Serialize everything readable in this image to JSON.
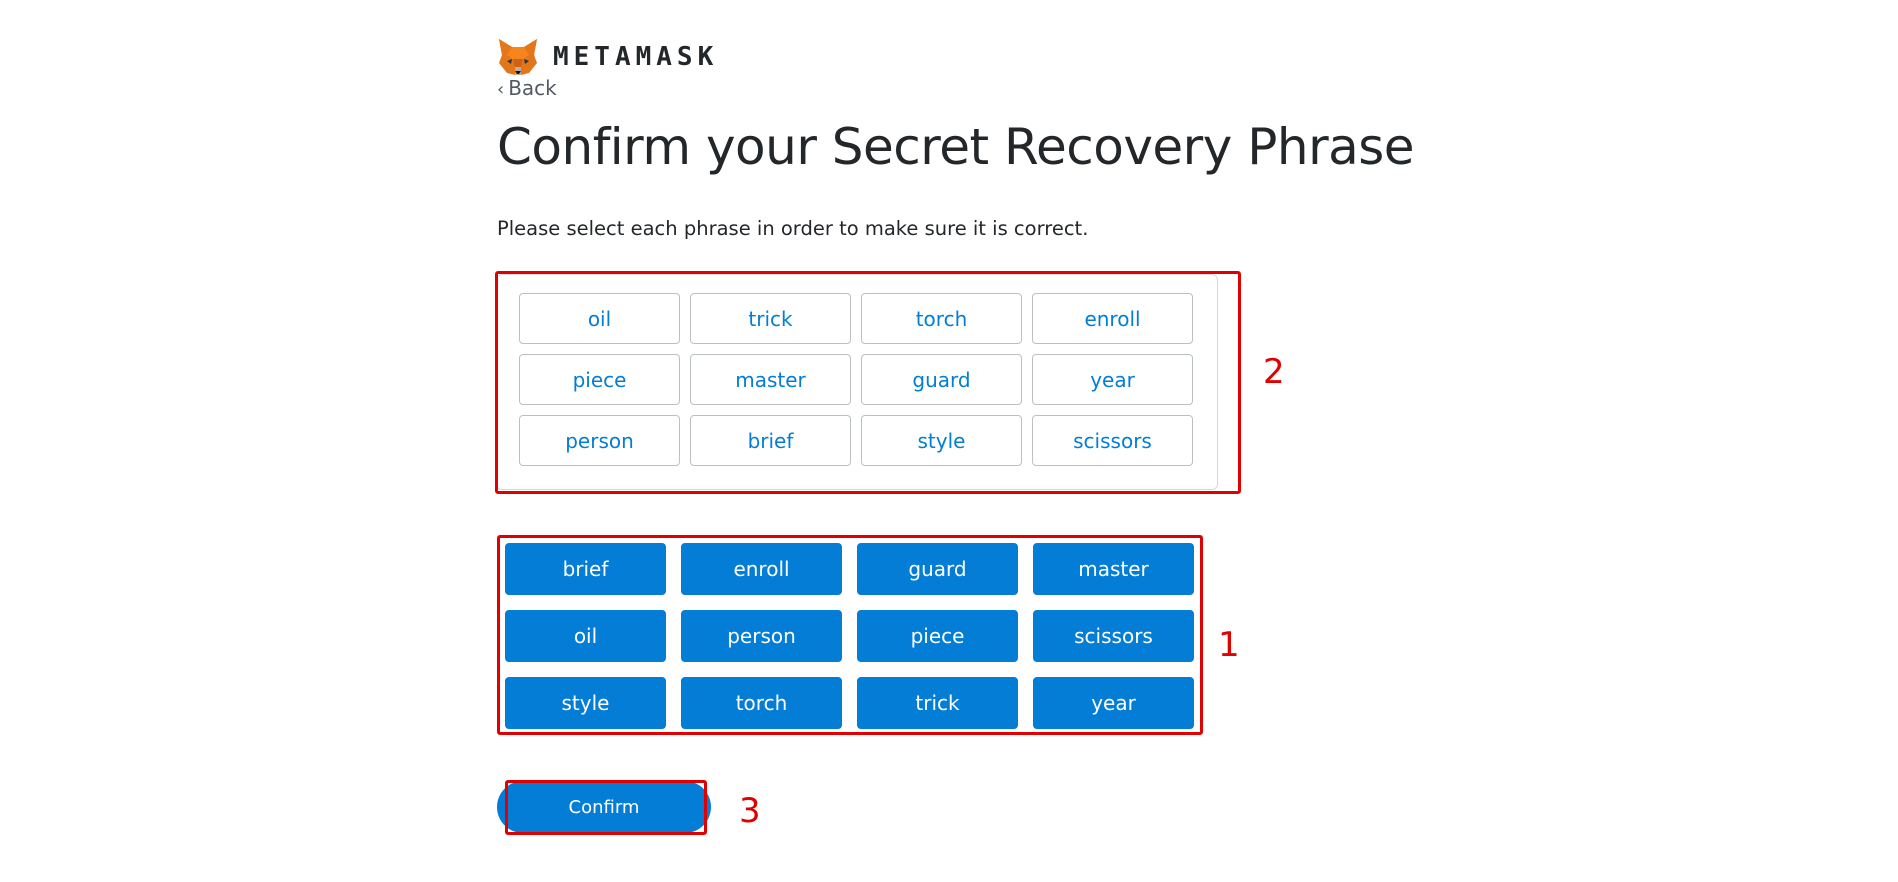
{
  "brand": {
    "name": "METAMASK",
    "logo_icon": "metamask-fox-icon"
  },
  "nav": {
    "back_label": "Back",
    "back_icon": "chevron-left-icon"
  },
  "page": {
    "title": "Confirm your Secret Recovery Phrase",
    "subtitle": "Please select each phrase in order to make sure it is correct."
  },
  "selected_words": [
    "oil",
    "trick",
    "torch",
    "enroll",
    "piece",
    "master",
    "guard",
    "year",
    "person",
    "brief",
    "style",
    "scissors"
  ],
  "word_buttons": [
    "brief",
    "enroll",
    "guard",
    "master",
    "oil",
    "person",
    "piece",
    "scissors",
    "style",
    "torch",
    "trick",
    "year"
  ],
  "actions": {
    "confirm_label": "Confirm"
  },
  "annotations": {
    "box1_label": "1",
    "box2_label": "2",
    "box3_label": "3"
  },
  "colors": {
    "accent": "#037dd6",
    "annotation": "#e00000",
    "text": "#24272a"
  }
}
